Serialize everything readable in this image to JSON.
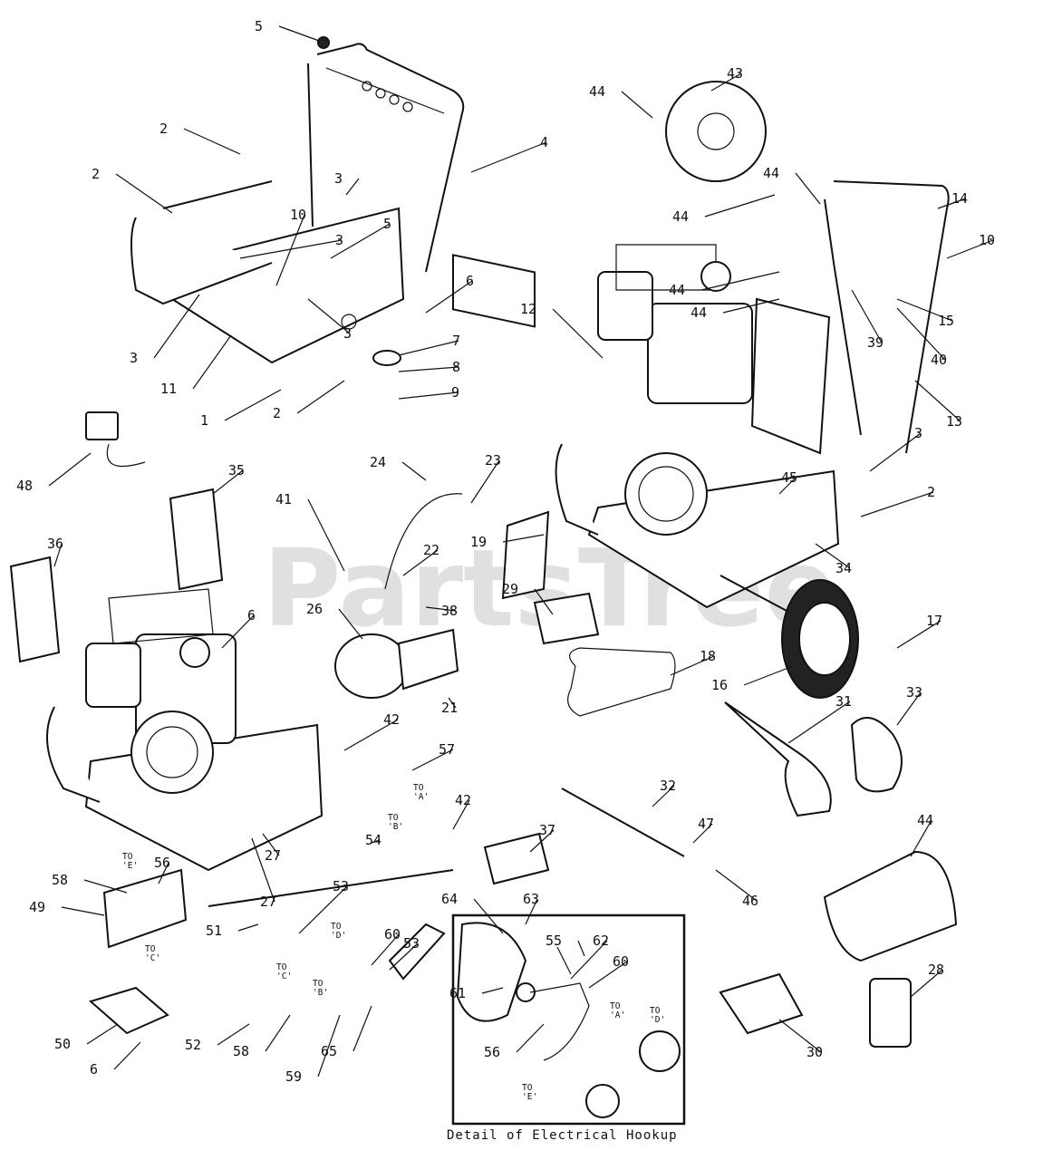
{
  "watermark": "PartsTree",
  "watermark_tm": "TM",
  "caption": "Detail of Electrical Hookup",
  "callouts": [
    "5",
    "43",
    "44",
    "2",
    "4",
    "2",
    "3",
    "44",
    "14",
    "3",
    "10",
    "5",
    "44",
    "10",
    "44",
    "44",
    "6",
    "3",
    "3",
    "15",
    "12",
    "39",
    "40",
    "7",
    "11",
    "8",
    "2",
    "13",
    "1",
    "9",
    "3",
    "48",
    "2",
    "24",
    "23",
    "35",
    "45",
    "41",
    "22",
    "19",
    "34",
    "36",
    "29",
    "26",
    "38",
    "6",
    "17",
    "18",
    "16",
    "21",
    "33",
    "42",
    "31",
    "57",
    "32",
    "42",
    "44",
    "47",
    "37",
    "54",
    "27",
    "56",
    "46",
    "58",
    "53",
    "49",
    "60",
    "64",
    "63",
    "55",
    "62",
    "28",
    "60",
    "53",
    "61",
    "27",
    "51",
    "50",
    "52",
    "65",
    "56",
    "58",
    "59",
    "30",
    "6"
  ],
  "wire_tags": [
    "TO 'E'",
    "TO 'C'",
    "TO 'A'",
    "TO 'B'",
    "TO 'D'",
    "TO 'C'",
    "TO 'B'",
    "TO 'A'",
    "TO 'D'",
    "TO 'E'"
  ]
}
